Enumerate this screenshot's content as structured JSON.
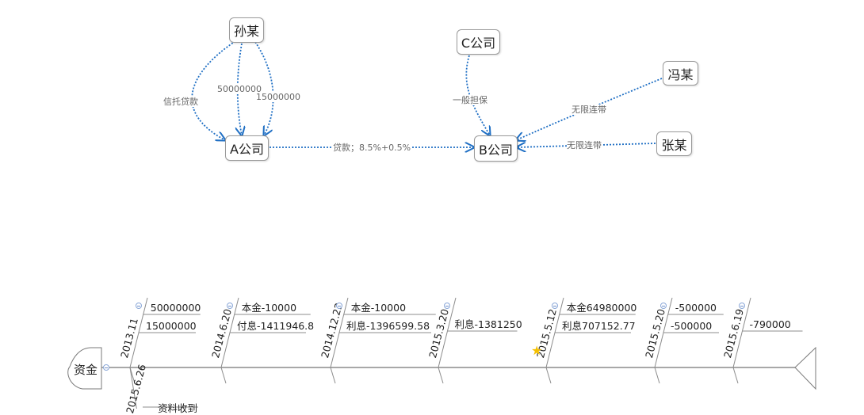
{
  "relationship_map": {
    "nodes": {
      "sun": "孙某",
      "a_company": "A公司",
      "c_company": "C公司",
      "b_company": "B公司",
      "feng": "冯某",
      "zhang": "张某"
    },
    "edges": {
      "sun_to_a_trust": "信托贷款",
      "sun_to_a_amount1": "50000000",
      "sun_to_a_amount2": "15000000",
      "a_to_b": "贷款；8.5%+0.5%",
      "c_to_b": "一般担保",
      "feng_to_b": "无限连带",
      "zhang_to_b": "无限连带"
    },
    "line_color": "#1f6fc4"
  },
  "fishbone": {
    "head": "资金",
    "bones": [
      {
        "date": "2013.11",
        "items": [
          "50000000",
          "15000000"
        ]
      },
      {
        "date": "2014.6.20",
        "items": [
          "本金-10000",
          "付息-1411946.8"
        ]
      },
      {
        "date": "2014.12.22",
        "items": [
          "本金-10000",
          "利息-1396599.58"
        ]
      },
      {
        "date": "2015.3.20",
        "items": [
          "利息-1381250"
        ]
      },
      {
        "date": "2015.5.12",
        "items": [
          "本金64980000",
          "利息707152.77"
        ],
        "starred": true
      },
      {
        "date": "2015.5.20",
        "items": [
          "-500000",
          "-500000"
        ]
      },
      {
        "date": "2015.6.19",
        "items": [
          "-790000"
        ]
      }
    ],
    "bottom_bone": {
      "date": "2015.6.26",
      "items": [
        "资料收到"
      ]
    }
  }
}
